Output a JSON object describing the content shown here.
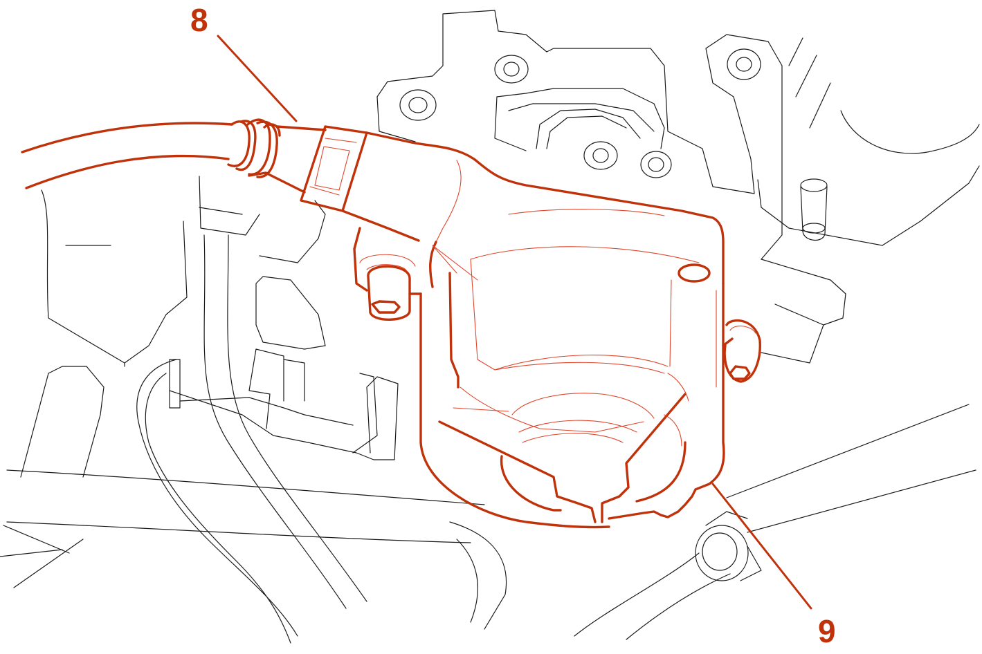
{
  "callouts": [
    {
      "id": "8",
      "label": "8"
    },
    {
      "id": "9",
      "label": "9"
    }
  ],
  "colors": {
    "highlight": "#c0320a",
    "highlight_thin": "#e0452a",
    "line_art": "#1a1a1a",
    "background": "#ffffff"
  }
}
